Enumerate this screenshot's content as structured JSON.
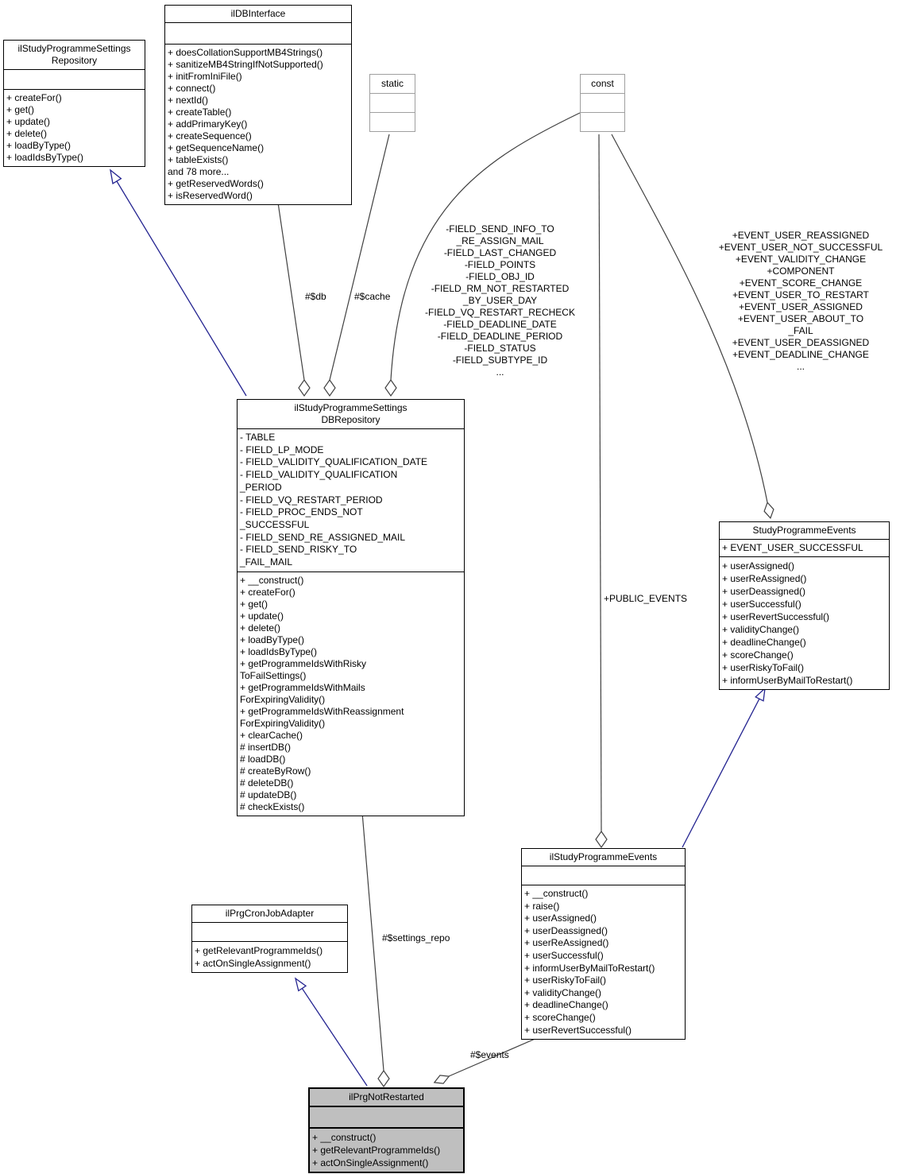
{
  "diagram_title": "ilPrgNotRestarted collaboration diagram",
  "colors": {
    "inheritance_edge": "#232390",
    "aggregation_edge": "#404040",
    "node_border": "#000000",
    "helper_node_border": "#9f9f9f",
    "current_node_fill": "#bfbfbf",
    "background": "#ffffff"
  },
  "nodes": {
    "settings_repository": {
      "title": [
        "ilStudyProgrammeSettings",
        "Repository"
      ],
      "attributes": [],
      "methods": [
        "+ createFor()",
        "+ get()",
        "+ update()",
        "+ delete()",
        "+ loadByType()",
        "+ loadIdsByType()"
      ]
    },
    "db_interface": {
      "title": "ilDBInterface",
      "attributes": [],
      "methods": [
        "+ doesCollationSupportMB4Strings()",
        "+ sanitizeMB4StringIfNotSupported()",
        "+ initFromIniFile()",
        "+ connect()",
        "+ nextId()",
        "+ createTable()",
        "+ addPrimaryKey()",
        "+ createSequence()",
        "+ getSequenceName()",
        "+ tableExists()",
        "and 78 more...",
        "+ getReservedWords()",
        "+ isReservedWord()"
      ]
    },
    "static_helper": {
      "title": "static"
    },
    "const_helper": {
      "title": "const"
    },
    "db_repository": {
      "title": [
        "ilStudyProgrammeSettings",
        "DBRepository"
      ],
      "attributes": [
        "- TABLE",
        "- FIELD_LP_MODE",
        "- FIELD_VALIDITY_QUALIFICATION_DATE",
        "- FIELD_VALIDITY_QUALIFICATION",
        "_PERIOD",
        "- FIELD_VQ_RESTART_PERIOD",
        "- FIELD_PROC_ENDS_NOT",
        "_SUCCESSFUL",
        "- FIELD_SEND_RE_ASSIGNED_MAIL",
        "- FIELD_SEND_RISKY_TO",
        "_FAIL_MAIL"
      ],
      "methods": [
        "+ __construct()",
        "+ createFor()",
        "+ get()",
        "+ update()",
        "+ delete()",
        "+ loadByType()",
        "+ loadIdsByType()",
        "+ getProgrammeIdsWithRisky",
        "ToFailSettings()",
        "+ getProgrammeIdsWithMails",
        "ForExpiringValidity()",
        "+ getProgrammeIdsWithReassignment",
        "ForExpiringValidity()",
        "+ clearCache()",
        "# insertDB()",
        "# loadDB()",
        "# createByRow()",
        "# deleteDB()",
        "# updateDB()",
        "# checkExists()"
      ]
    },
    "study_programme_events": {
      "title": "StudyProgrammeEvents",
      "attributes": [
        "+ EVENT_USER_SUCCESSFUL"
      ],
      "methods": [
        "+ userAssigned()",
        "+ userReAssigned()",
        "+ userDeassigned()",
        "+ userSuccessful()",
        "+ userRevertSuccessful()",
        "+ validityChange()",
        "+ deadlineChange()",
        "+ scoreChange()",
        "+ userRiskyToFail()",
        "+ informUserByMailToRestart()"
      ]
    },
    "il_study_programme_events": {
      "title": "ilStudyProgrammeEvents",
      "attributes": [],
      "methods": [
        "+ __construct()",
        "+ raise()",
        "+ userAssigned()",
        "+ userDeassigned()",
        "+ userReAssigned()",
        "+ userSuccessful()",
        "+ informUserByMailToRestart()",
        "+ userRiskyToFail()",
        "+ validityChange()",
        "+ deadlineChange()",
        "+ scoreChange()",
        "+ userRevertSuccessful()"
      ]
    },
    "cron_job_adapter": {
      "title": "ilPrgCronJobAdapter",
      "attributes": [],
      "methods": [
        "+ getRelevantProgrammeIds()",
        "+ actOnSingleAssignment()"
      ]
    },
    "prg_not_restarted": {
      "title": "ilPrgNotRestarted",
      "attributes": [],
      "methods": [
        "+ __construct()",
        "+ getRelevantProgrammeIds()",
        "+ actOnSingleAssignment()"
      ]
    }
  },
  "edge_labels": {
    "db": "#$db",
    "cache": "#$cache",
    "settings_repo": "#$settings_repo",
    "events": "#$events",
    "public_events": "+PUBLIC_EVENTS",
    "const_field_lines": [
      "-FIELD_SEND_INFO_TO",
      "_RE_ASSIGN_MAIL",
      "-FIELD_LAST_CHANGED",
      "-FIELD_POINTS",
      "-FIELD_OBJ_ID",
      "-FIELD_RM_NOT_RESTARTED",
      "_BY_USER_DAY",
      "-FIELD_VQ_RESTART_RECHECK",
      "-FIELD_DEADLINE_DATE",
      "-FIELD_DEADLINE_PERIOD",
      "-FIELD_STATUS",
      "-FIELD_SUBTYPE_ID",
      "..."
    ],
    "const_event_lines": [
      "+EVENT_USER_REASSIGNED",
      "+EVENT_USER_NOT_SUCCESSFUL",
      "+EVENT_VALIDITY_CHANGE",
      "+COMPONENT",
      "+EVENT_SCORE_CHANGE",
      "+EVENT_USER_TO_RESTART",
      "+EVENT_USER_ASSIGNED",
      "+EVENT_USER_ABOUT_TO",
      "_FAIL",
      "+EVENT_USER_DEASSIGNED",
      "+EVENT_DEADLINE_CHANGE",
      "..."
    ]
  }
}
